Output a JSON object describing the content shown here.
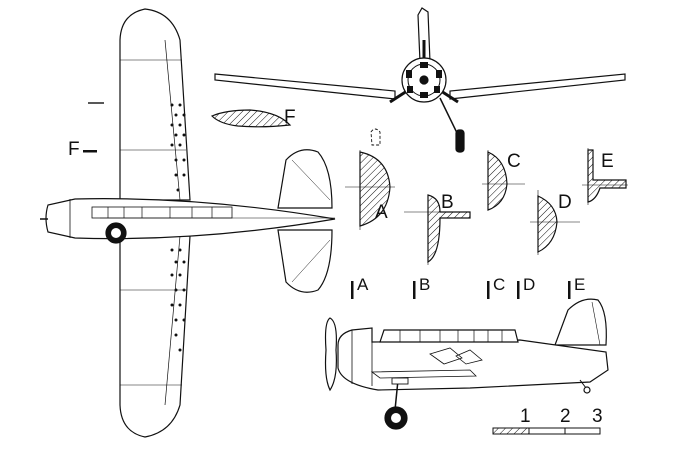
{
  "labels": {
    "section_f_marker": "F",
    "airfoil_f": "F",
    "section_a": "A",
    "section_b": "B",
    "section_c": "C",
    "section_d": "D",
    "section_e": "E",
    "station_a": "A",
    "station_b": "B",
    "station_c": "C",
    "station_d": "D",
    "station_e": "E"
  },
  "scale_bar": {
    "ticks": [
      "1",
      "2",
      "3"
    ]
  },
  "colors": {
    "ink": "#111111",
    "paper": "#ffffff"
  }
}
